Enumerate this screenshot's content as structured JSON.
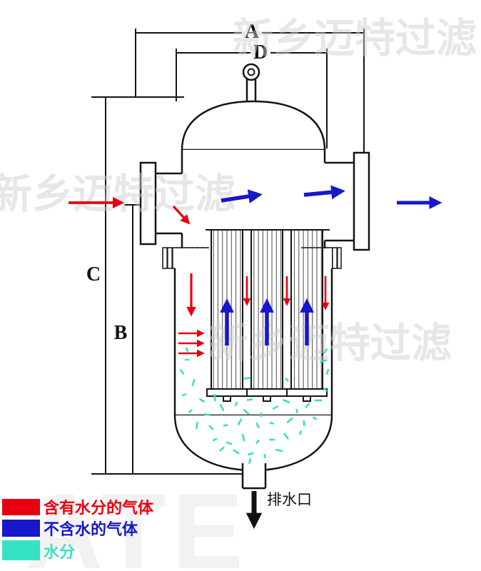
{
  "dimension_labels": {
    "A": "A",
    "B": "B",
    "C": "C",
    "D": "D"
  },
  "drain_label": "排水口",
  "watermark": {
    "text": "新乡迈特过滤",
    "brand": "ATE"
  },
  "legend": {
    "items": [
      {
        "name": "wet-gas",
        "label": "含有水分的气体",
        "color": "#e8000f"
      },
      {
        "name": "dry-gas",
        "label": "不含水的气体",
        "color": "#1717cb"
      },
      {
        "name": "water",
        "label": "水分",
        "color": "#35e2c3"
      }
    ]
  },
  "flow_colors": {
    "wet_gas": "#e8000f",
    "dry_gas": "#1717cb",
    "water": "#35e2c3",
    "drain": "#111111",
    "outline": "#141414"
  }
}
